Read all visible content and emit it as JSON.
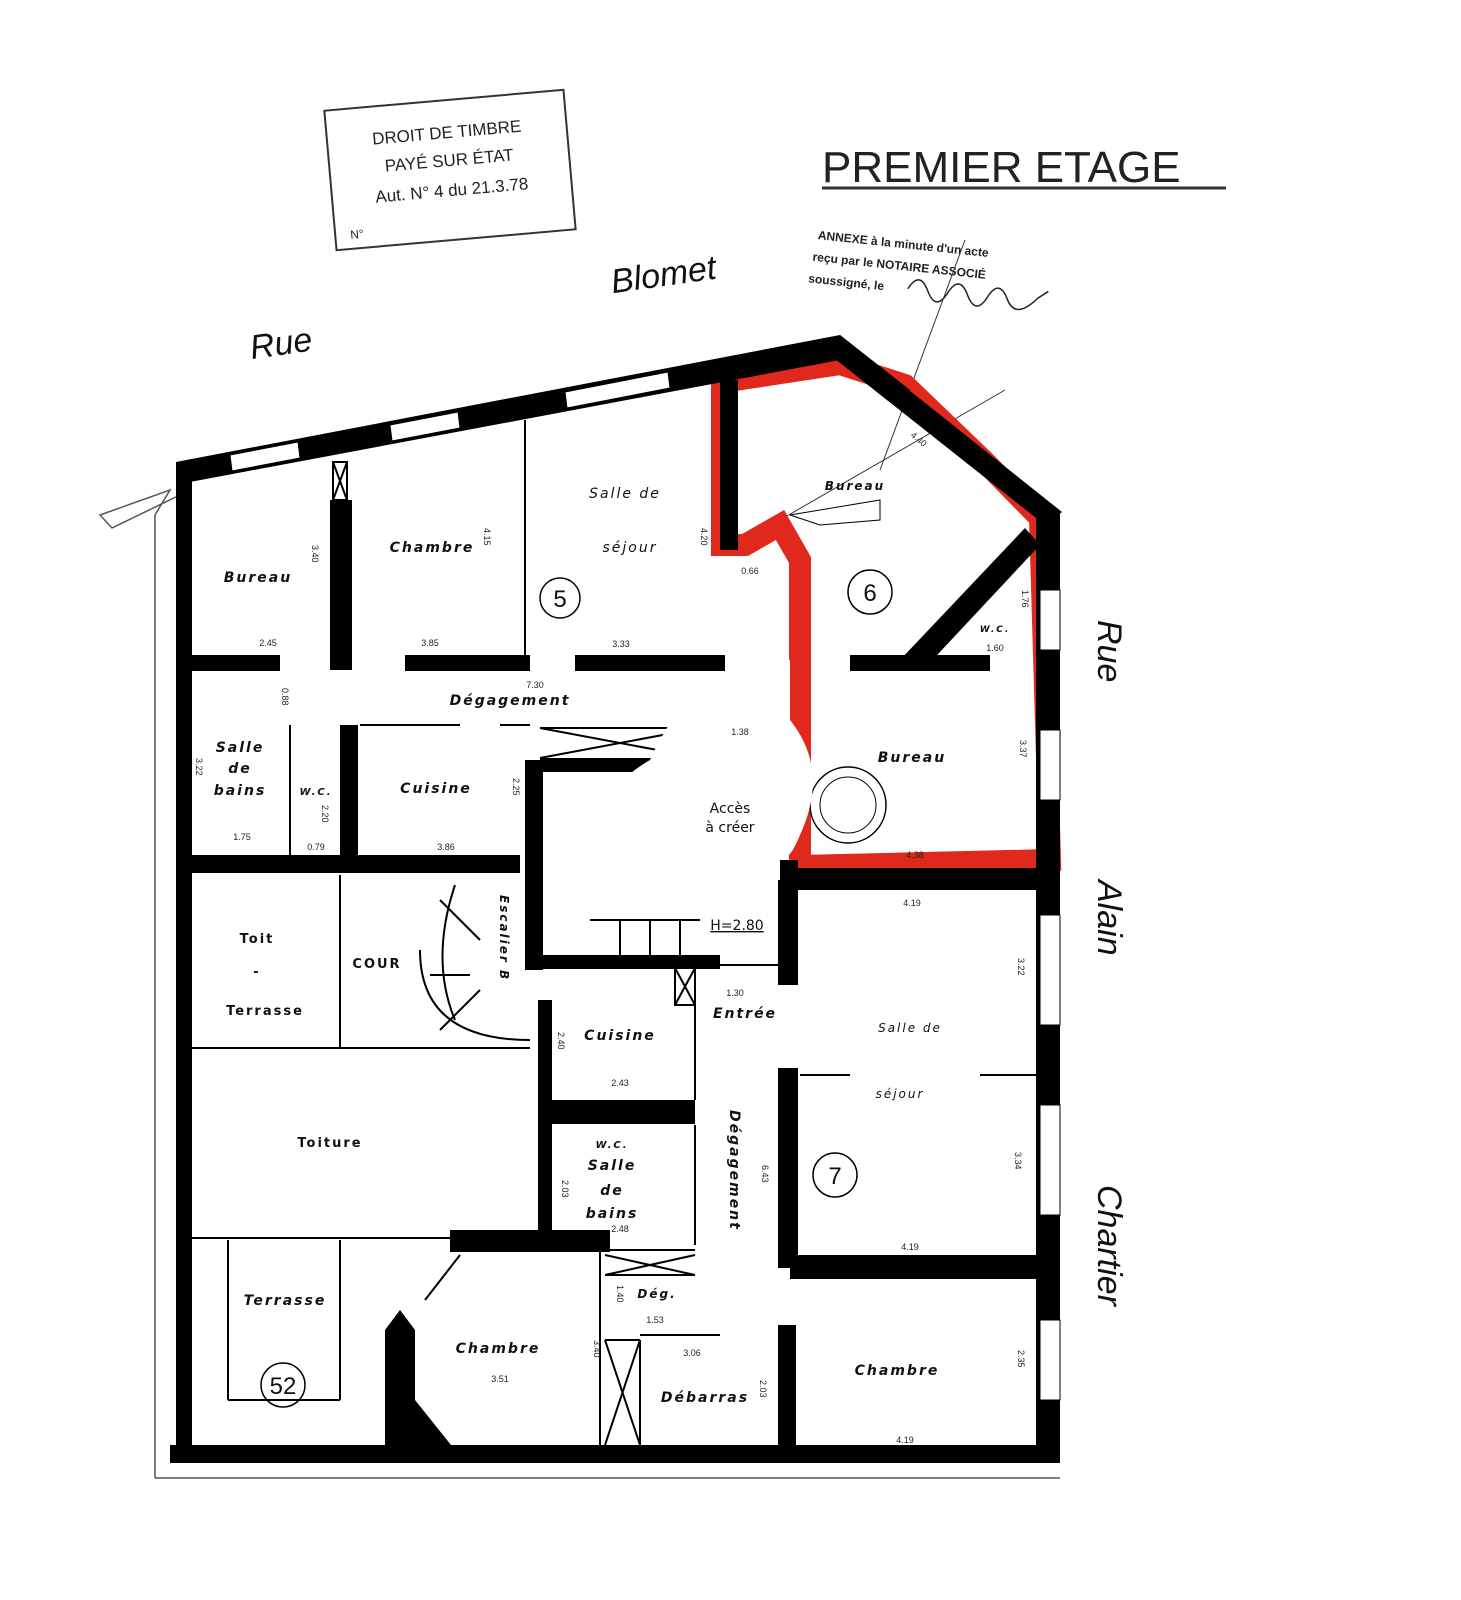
{
  "title": "PREMIER ETAGE",
  "stamp": {
    "lines": [
      "DROIT DE TIMBRE",
      "PAYÉ SUR ÉTAT",
      "Aut. N° 4 du 21.3.78",
      "N°"
    ]
  },
  "annex_note": {
    "lines": [
      "ANNEXE à la minute d'un acte",
      "reçu par le NOTAIRE ASSOCIÉ",
      "soussigné, le"
    ],
    "signature": "handwritten signature"
  },
  "streets": {
    "rue_top": "Rue",
    "blomet": "Blomet",
    "rue_right": "Rue",
    "alain": "Alain",
    "chartier": "Chartier"
  },
  "colors": {
    "highlight": "#e0281c",
    "wall": "#000000"
  },
  "lots": [
    "5",
    "6",
    "7",
    "52"
  ],
  "rooms": {
    "bureau_1": "Bureau",
    "chambre_1": "Chambre",
    "salle_sejour_1a": "Salle de",
    "salle_sejour_1b": "séjour",
    "bureau_6a": "Bureau",
    "wc_6": "W.C.",
    "bureau_6b": "Bureau",
    "degagement_1": "Dégagement",
    "salle_bains_1a": "Salle",
    "salle_bains_1b": "de",
    "salle_bains_1c": "bains",
    "wc_1": "W.C.",
    "cuisine_1": "Cuisine",
    "acces_a": "Accès",
    "acces_b": "à créer",
    "hauteur": "H=2.80",
    "toit_a": "Toit",
    "toit_b": "-",
    "toit_c": "Terrasse",
    "cour": "COUR",
    "escalier": "Escalier B",
    "entree": "Entrée",
    "salle_sejour_7a": "Salle de",
    "salle_sejour_7b": "séjour",
    "cuisine_2": "Cuisine",
    "toiture": "Toiture",
    "wc_2": "W.C.",
    "salle_bains_2a": "Salle",
    "salle_bains_2b": "de",
    "salle_bains_2c": "bains",
    "degagement_2": "Dégagement",
    "dep": "Dég.",
    "terrasse": "Terrasse",
    "chambre_2": "Chambre",
    "debarras": "Débarras",
    "chambre_3": "Chambre"
  },
  "dimensions": {
    "d_bureau_w": "2.45",
    "d_bureau_h": "3.40",
    "d_chambre_w": "3.85",
    "d_chambre_h": "4.15",
    "d_sejour_w": "3.33",
    "d_sejour_h": "4.20",
    "d_066": "0.66",
    "d_bureau6": "4.40",
    "d_176": "1.76",
    "d_wc6": "1.60",
    "d_337": "3.37",
    "d_bureau6b_w": "4.38",
    "d_degag": "7.30",
    "d_088": "0.88",
    "d_sdb_h": "3.22",
    "d_sdb_w": "1.75",
    "d_wc_h": "2.20",
    "d_wc_w": "0.79",
    "d_cuis_w": "3.86",
    "d_cuis_h": "2.25",
    "d_138": "1.38",
    "d_130": "1.30",
    "d_419a": "4.19",
    "d_322": "3.22",
    "d_cuis2_h": "2.40",
    "d_cuis2_w": "2.43",
    "d_sdb2_h": "2.03",
    "d_sdb2_w": "2.48",
    "d_643": "6.43",
    "d_334": "3.34",
    "d_419b": "4.19",
    "d_140": "1.40",
    "d_153": "1.53",
    "d_351": "3.51",
    "d_340": "3.40",
    "d_306": "3.06",
    "d_203": "2.03",
    "d_235": "2.35",
    "d_419c": "4.19"
  }
}
